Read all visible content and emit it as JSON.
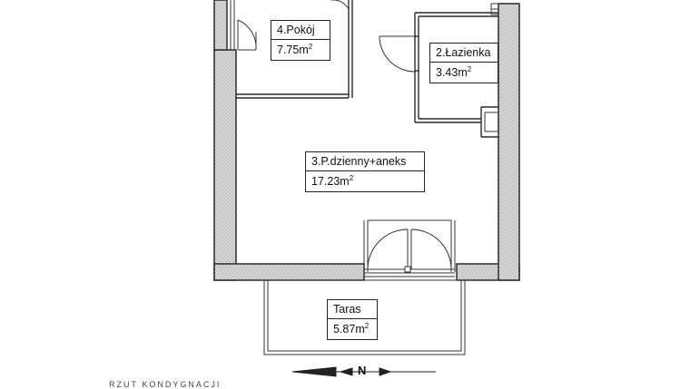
{
  "rooms": [
    {
      "name": "4.Pokój",
      "area_value": "7.75m",
      "area_unit_sup": "2"
    },
    {
      "name": "2.Łazienka",
      "area_value": "3.43m",
      "area_unit_sup": "2"
    },
    {
      "name": "3.P.dzienny+aneks",
      "area_value": "17.23m",
      "area_unit_sup": "2"
    },
    {
      "name": "Taras",
      "area_value": "5.87m",
      "area_unit_sup": "2"
    }
  ],
  "compass": {
    "label": "N"
  },
  "footer": {
    "text": "RZUT KONDYGNACJI"
  },
  "colors": {
    "wall": "#2a2a2a",
    "wall_hatch": "#c8c8c8",
    "line": "#333333",
    "background": "#ffffff"
  }
}
